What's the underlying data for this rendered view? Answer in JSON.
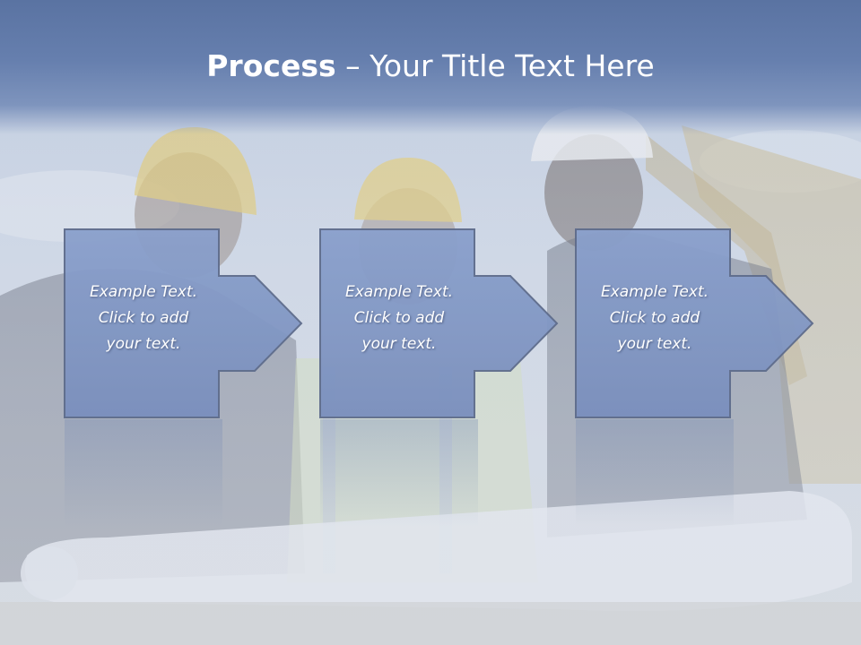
{
  "slide": {
    "title_bold": "Process",
    "title_rest": " – Your Title Text Here"
  },
  "steps": [
    {
      "lines": [
        "Example Text.",
        "Click  to add",
        "your text."
      ]
    },
    {
      "lines": [
        "Example Text.",
        "Click  to add",
        "your text."
      ]
    },
    {
      "lines": [
        "Example Text.",
        "Click  to add",
        "your text."
      ]
    }
  ],
  "colors": {
    "title_band": "#667fae",
    "box_fill": "#8096c4",
    "box_stroke": "#5f6f8f",
    "text": "#ffffff"
  }
}
